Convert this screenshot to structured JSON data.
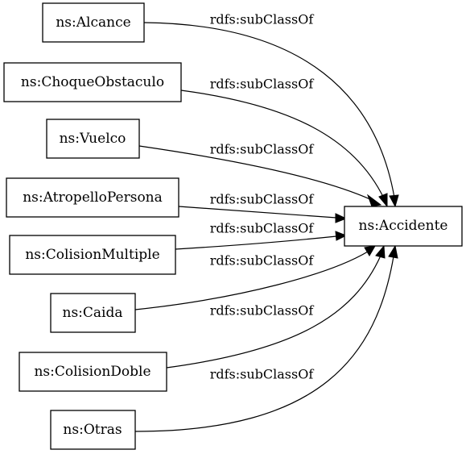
{
  "graph": {
    "target": {
      "id": "accidente",
      "label": "ns:Accidente"
    },
    "sources": [
      {
        "id": "alcance",
        "label": "ns:Alcance"
      },
      {
        "id": "choque-obstaculo",
        "label": "ns:ChoqueObstaculo"
      },
      {
        "id": "vuelco",
        "label": "ns:Vuelco"
      },
      {
        "id": "atropello-persona",
        "label": "ns:AtropelloPersona"
      },
      {
        "id": "colision-multiple",
        "label": "ns:ColisionMultiple"
      },
      {
        "id": "caida",
        "label": "ns:Caida"
      },
      {
        "id": "colision-doble",
        "label": "ns:ColisionDoble"
      },
      {
        "id": "otras",
        "label": "ns:Otras"
      }
    ],
    "edges": [
      {
        "from": "alcance",
        "to": "accidente",
        "label": "rdfs:subClassOf"
      },
      {
        "from": "choque-obstaculo",
        "to": "accidente",
        "label": "rdfs:subClassOf"
      },
      {
        "from": "vuelco",
        "to": "accidente",
        "label": "rdfs:subClassOf"
      },
      {
        "from": "atropello-persona",
        "to": "accidente",
        "label": "rdfs:subClassOf"
      },
      {
        "from": "colision-multiple",
        "to": "accidente",
        "label": "rdfs:subClassOf"
      },
      {
        "from": "caida",
        "to": "accidente",
        "label": "rdfs:subClassOf"
      },
      {
        "from": "colision-doble",
        "to": "accidente",
        "label": "rdfs:subClassOf"
      },
      {
        "from": "otras",
        "to": "accidente",
        "label": "rdfs:subClassOf"
      }
    ]
  }
}
